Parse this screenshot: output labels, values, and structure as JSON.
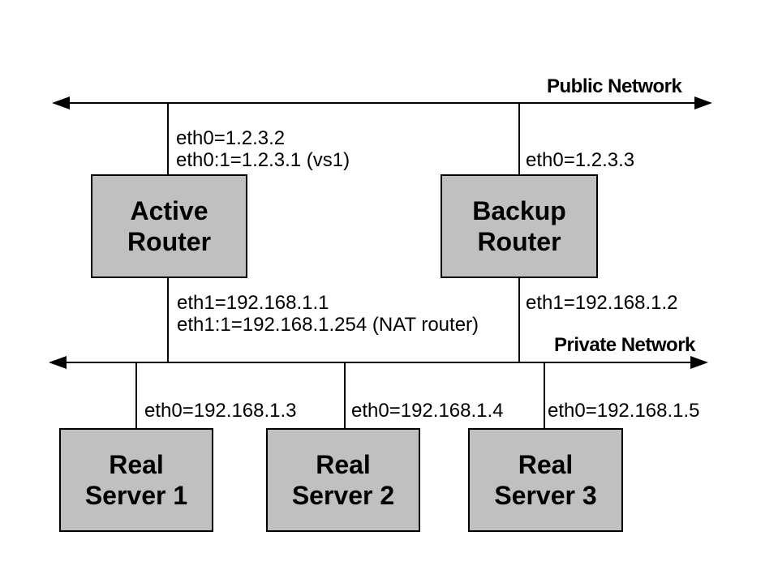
{
  "networks": {
    "public": {
      "name": "Public Network"
    },
    "private": {
      "name": "Private Network"
    }
  },
  "nodes": {
    "active_router": {
      "line1": "Active",
      "line2": "Router"
    },
    "backup_router": {
      "line1": "Backup",
      "line2": "Router"
    },
    "real_server_1": {
      "line1": "Real",
      "line2": "Server 1"
    },
    "real_server_2": {
      "line1": "Real",
      "line2": "Server 2"
    },
    "real_server_3": {
      "line1": "Real",
      "line2": "Server 3"
    }
  },
  "interfaces": {
    "active_router_public": {
      "line1": "eth0=1.2.3.2",
      "line2": "eth0:1=1.2.3.1 (vs1)"
    },
    "backup_router_public": {
      "line1": "eth0=1.2.3.3"
    },
    "active_router_private": {
      "line1": "eth1=192.168.1.1",
      "line2": "eth1:1=192.168.1.254 (NAT router)"
    },
    "backup_router_private": {
      "line1": "eth1=192.168.1.2"
    },
    "real_server_1": {
      "line1": "eth0=192.168.1.3"
    },
    "real_server_2": {
      "line1": "eth0=192.168.1.4"
    },
    "real_server_3": {
      "line1": "eth0=192.168.1.5"
    }
  },
  "colors": {
    "node_fill": "#c0c0c0",
    "line": "#000000",
    "text": "#000000",
    "background": "#ffffff"
  }
}
